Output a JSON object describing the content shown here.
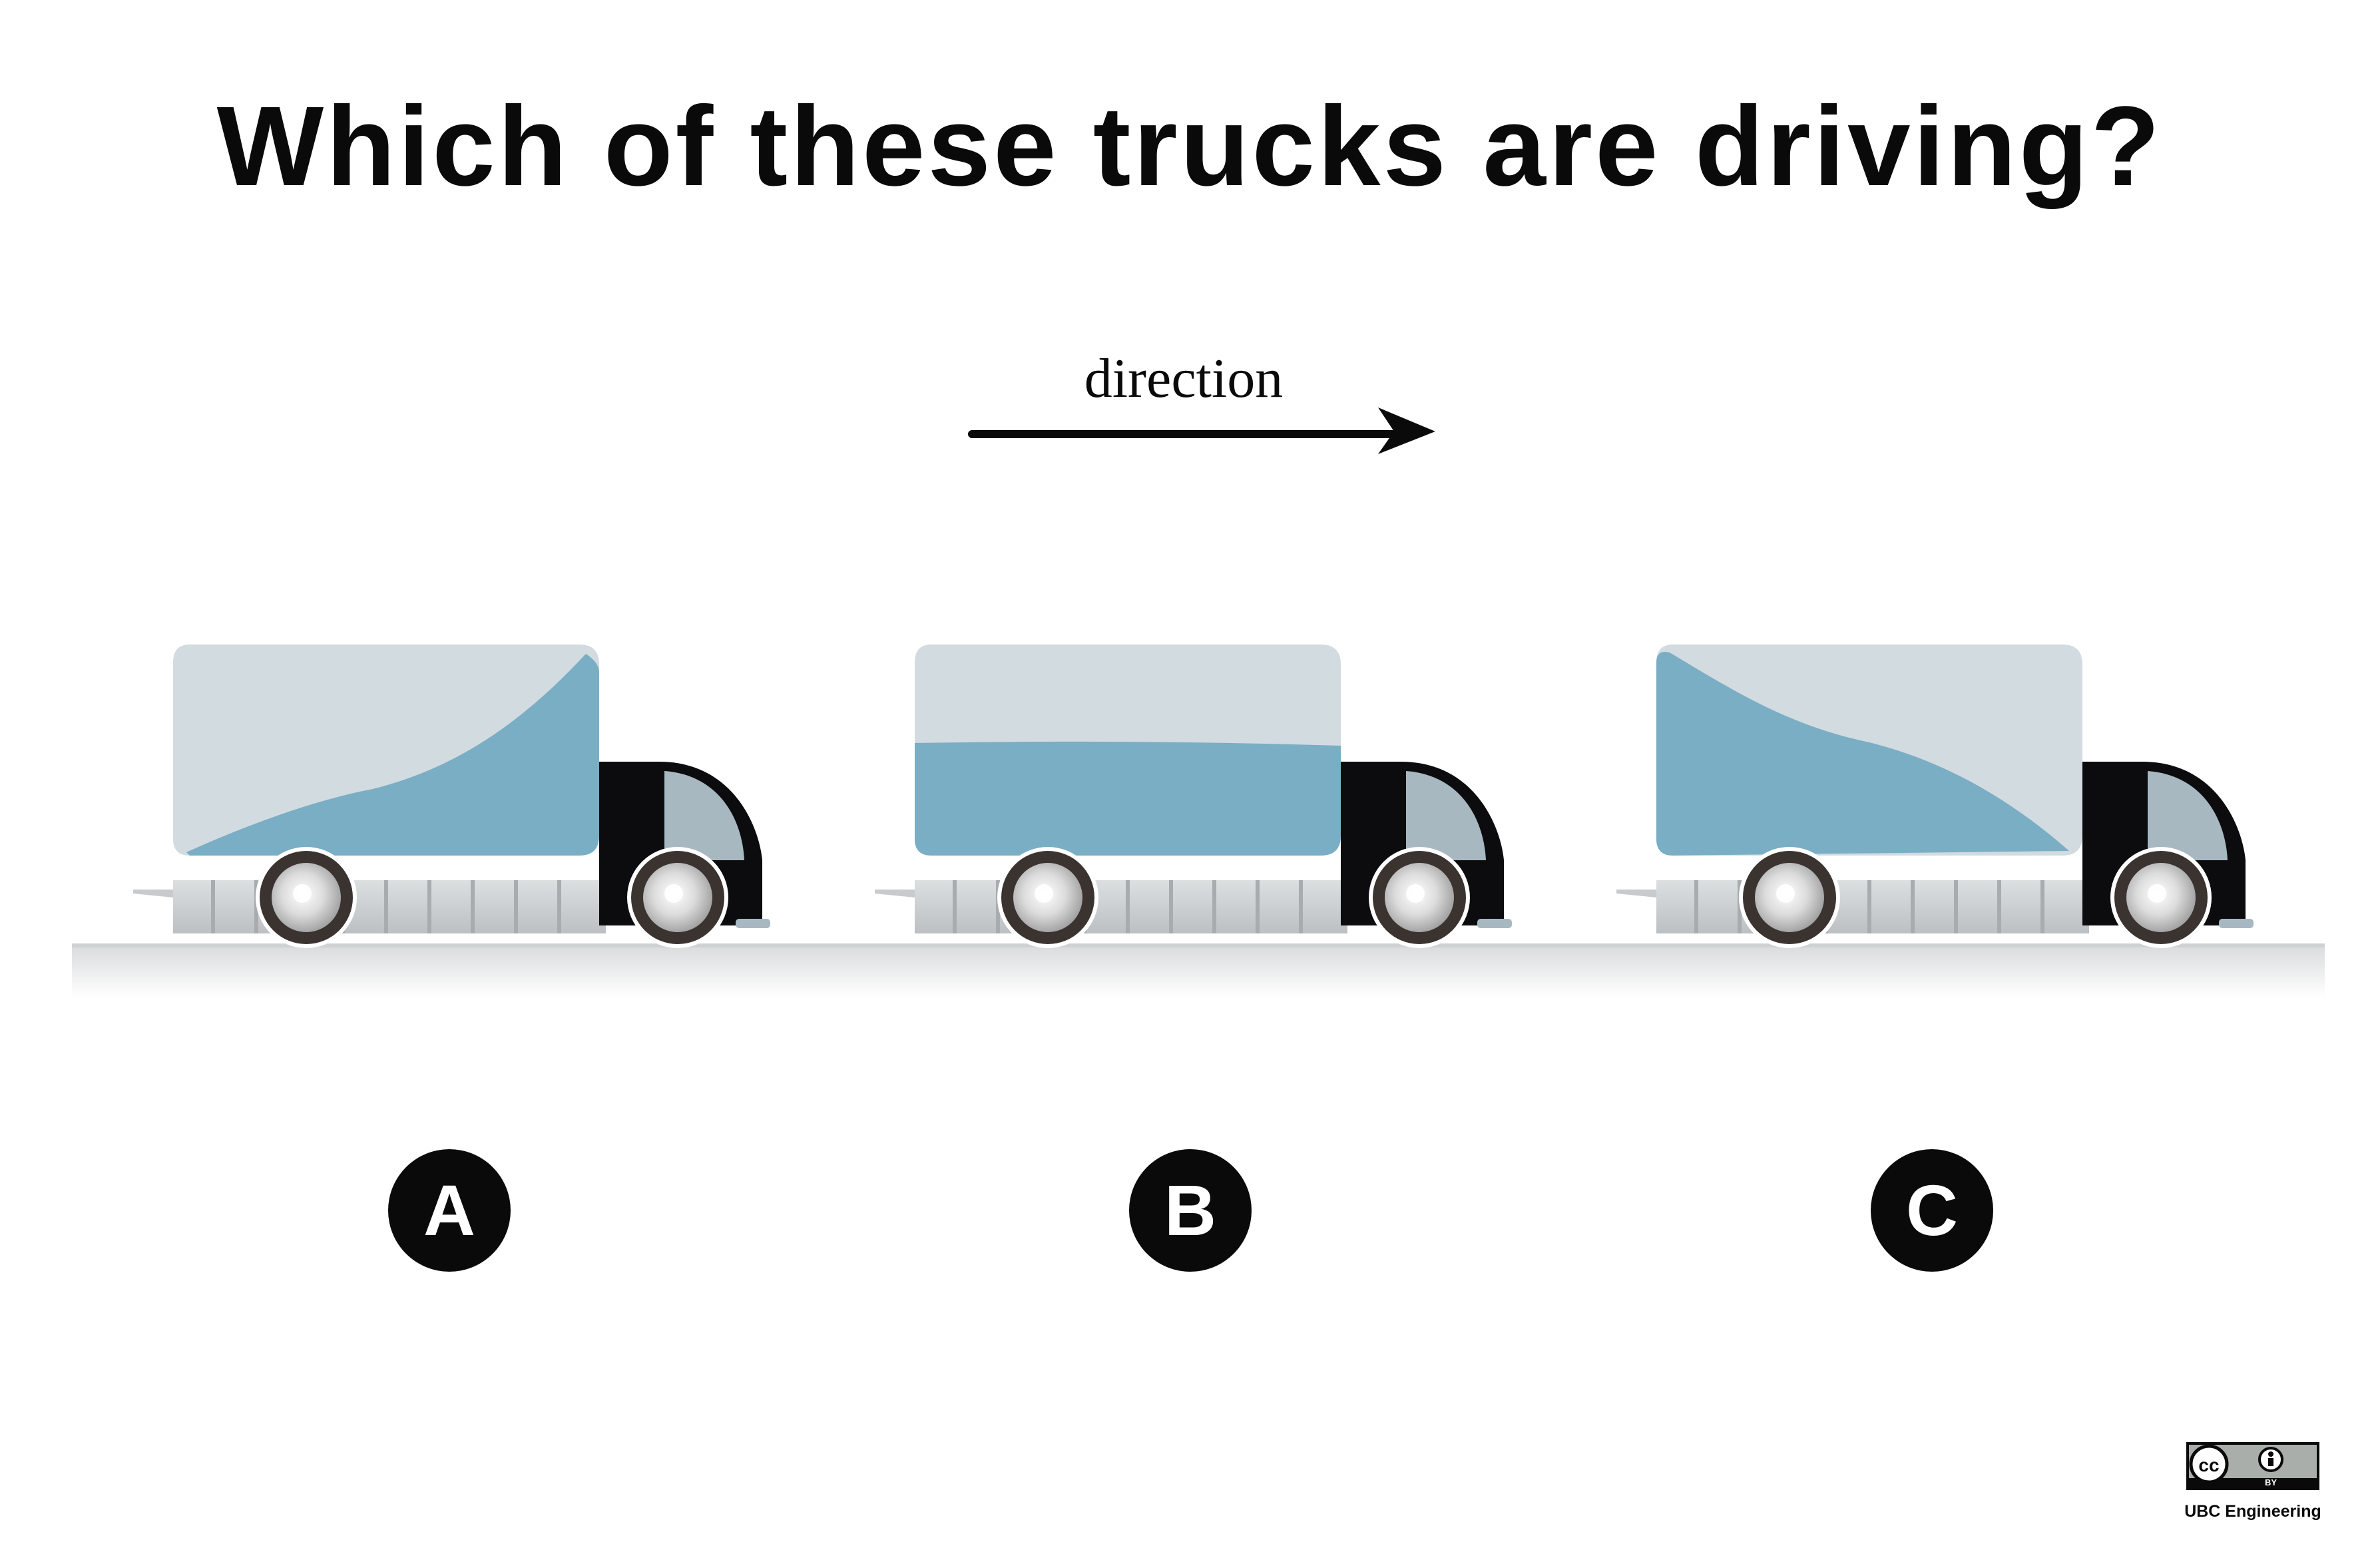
{
  "question": "Which of these trucks are driving?",
  "direction_label": "direction",
  "trucks": [
    {
      "letter": "A",
      "liquid": "sloped-toward-front"
    },
    {
      "letter": "B",
      "liquid": "level"
    },
    {
      "letter": "C",
      "liquid": "sloped-toward-back"
    }
  ],
  "license": {
    "badge_cc": "cc",
    "badge_by": "BY",
    "credit": "UBC Engineering"
  },
  "colors": {
    "tank": "#d2dbe0",
    "liquid": "#7aaec4",
    "cab": "#0c0c0e",
    "window": "#a7b8c1",
    "chassis": "#c8cbcd",
    "ground": "#dcdedf",
    "text": "#0a0a0a"
  }
}
